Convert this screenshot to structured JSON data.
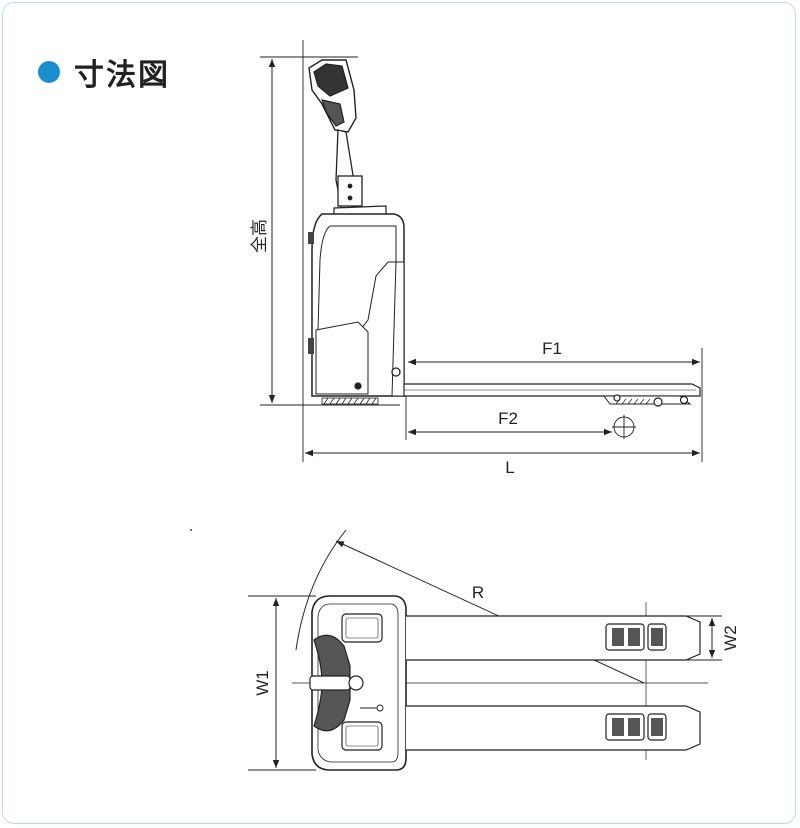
{
  "heading": {
    "title": "寸法図",
    "bullet_color": "#1a8fd0"
  },
  "side_view": {
    "labels": {
      "overall_height": "全高",
      "fork_length": "F1",
      "fork_to_wheel": "F2",
      "overall_length": "L"
    }
  },
  "top_view": {
    "labels": {
      "turning_radius": "R",
      "overall_width": "W1",
      "fork_width": "W2"
    }
  }
}
